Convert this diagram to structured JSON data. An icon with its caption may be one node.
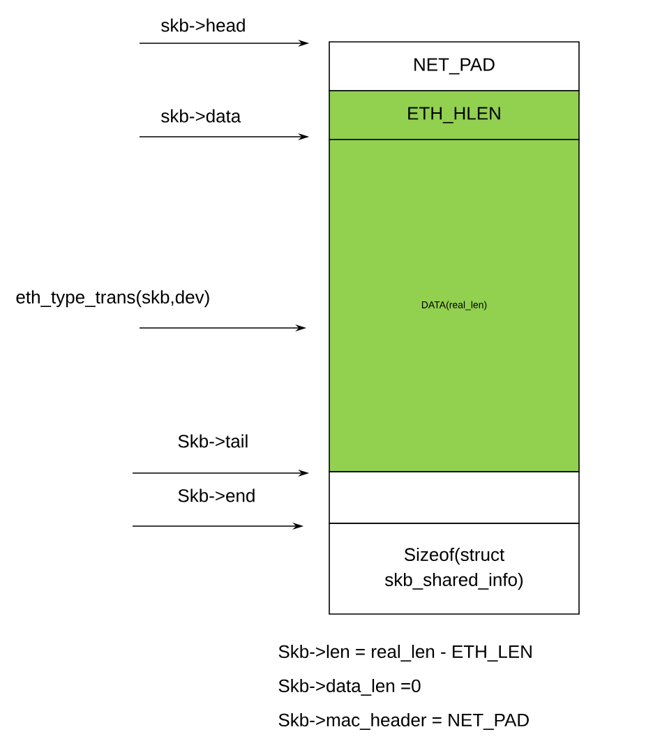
{
  "diagram": {
    "nodes": [
      {
        "text": [
          "NET_PAD"
        ]
      },
      {
        "text": [
          "ETH_HLEN"
        ]
      },
      {
        "text": [
          "DATA(real_len)"
        ]
      },
      {
        "text": [],
        "shape": "box"
      },
      {
        "text": [
          "Sizeof(struct skb_shared_info)"
        ]
      }
    ],
    "edges": [
      {
        "from": null,
        "to": 0,
        "arrow": "to",
        "label": "skb->head"
      },
      {
        "from": null,
        "to": 1,
        "arrow": "to",
        "label": "skb->data"
      },
      {
        "from": null,
        "to": 2,
        "arrow": "to",
        "label": "eth_type_trans(skb,dev)"
      },
      {
        "from": null,
        "to": 3,
        "arrow": "to",
        "label": "Skb->tail"
      },
      {
        "from": null,
        "to": 4,
        "arrow": "to",
        "label": "Skb->end"
      }
    ],
    "labels": [
      "Skb->len = real_len - ETH_LEN",
      "Skb->data_len =0",
      "Skb->mac_header = NET_PAD"
    ]
  }
}
